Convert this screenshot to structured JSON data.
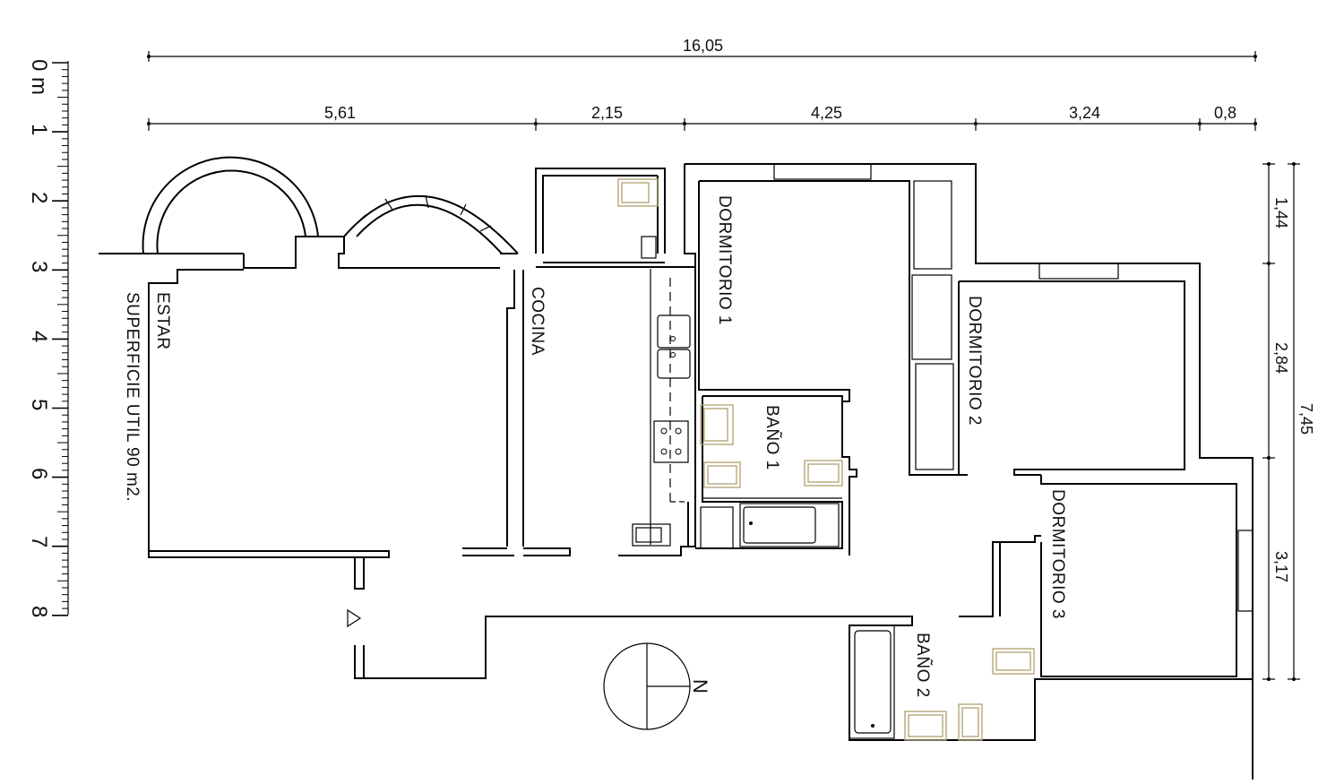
{
  "dimensions": {
    "overall": "16,05",
    "segments": [
      "5,61",
      "2,15",
      "4,25",
      "3,24",
      "0,8"
    ],
    "right_segments": [
      "1,44",
      "2,84",
      "3,17"
    ],
    "right_total": "7,45"
  },
  "scale": {
    "labels": [
      "0 m",
      "1",
      "2",
      "3",
      "4",
      "5",
      "6",
      "7",
      "8"
    ]
  },
  "rooms": {
    "estar": "ESTAR",
    "superficie": "SUPERFICIE UTIL 90 m2.",
    "cocina": "COCINA",
    "dormitorio_1": "DORMITORIO 1",
    "dormitorio_2": "DORMITORIO 2",
    "dormitorio_3": "DORMITORIO 3",
    "bano_1": "BAÑO 1",
    "bano_2": "BAÑO 2"
  },
  "north": "N",
  "colors": {
    "lines": "#000000",
    "fixtures": "#b5a77a",
    "background": "#ffffff"
  }
}
